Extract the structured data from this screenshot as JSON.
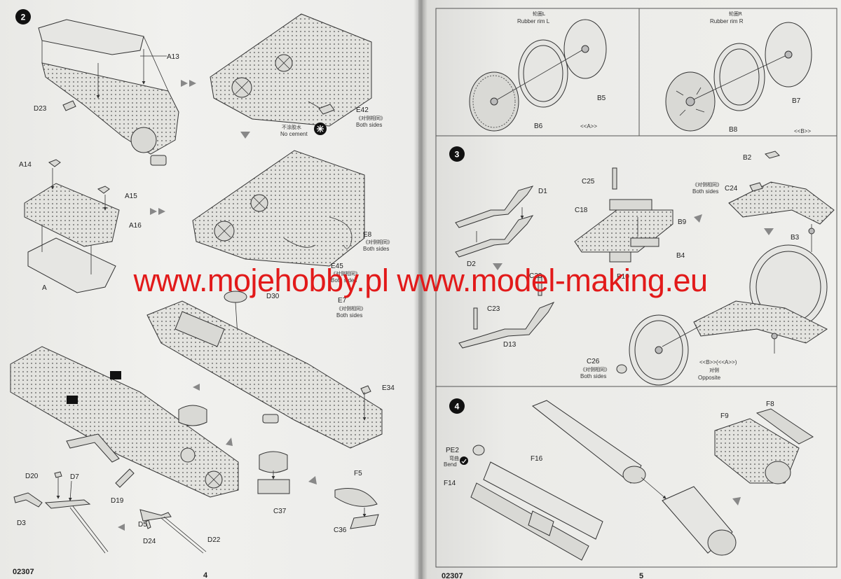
{
  "watermark": "www.mojehobby.pl www.model-making.eu",
  "left_page": {
    "step": "2",
    "kit_number": "02307",
    "page_number": "4",
    "labels": {
      "a13": "A13",
      "d23": "D23",
      "e42": "E42",
      "both_sides_cn_1": "《对侧相同》",
      "both_sides_1": "Both sides",
      "no_cement_cn": "不涂胶水",
      "no_cement": "No cement",
      "a14": "A14",
      "a15": "A15",
      "a16": "A16",
      "a_cut": "A",
      "e8": "E8",
      "both_sides_cn_2": "《对侧相同》",
      "both_sides_2": "Both sides",
      "e45": "E45",
      "both_sides_cn_3": "《对侧相同》",
      "both_sides_3": "Both sides",
      "e7": "E7",
      "both_sides_cn_4": "《对侧相同》",
      "both_sides_4": "Both sides",
      "d30": "D30",
      "e34": "E34",
      "d20": "D20",
      "d7": "D7",
      "d3": "D3",
      "d19": "D19",
      "c37": "C37",
      "f5": "F5",
      "c36": "C36",
      "d5": "D5",
      "d24": "D24",
      "d22": "D22"
    }
  },
  "right_page": {
    "step": "3",
    "step4": "4",
    "kit_number": "02307",
    "page_number": "5",
    "labels": {
      "rim_l_cn": "轮圈L",
      "rim_l": "Rubber rim  L",
      "b5": "B5",
      "b6": "B6",
      "sub_a": "<<A>>",
      "rim_r_cn": "轮圈R",
      "rim_r": "Rubber rim  R",
      "b7": "B7",
      "b8": "B8",
      "sub_b": "<<B>>",
      "d1": "D1",
      "d2": "D2",
      "c25": "C25",
      "c18": "C18",
      "b9": "B9",
      "b4": "B4",
      "b10": "B10",
      "b2": "B2",
      "c24": "C24",
      "both_sides_cn": "《对侧相同》",
      "both_sides": "Both sides",
      "b3": "B3",
      "c23_a": "C23",
      "c23_b": "C23",
      "d13": "D13",
      "c26": "C26",
      "both_sides_cn_2": "《对侧相同》",
      "both_sides_2": "Both sides",
      "ba_combo": "<<B>>(<<A>>)",
      "opposite_cn": "对侧",
      "opposite": "Opposite",
      "pe2": "PE2",
      "bend_cn": "弯曲",
      "bend": "Bend",
      "f16": "F16",
      "f14": "F14",
      "f9": "F9",
      "f8": "F8"
    }
  }
}
